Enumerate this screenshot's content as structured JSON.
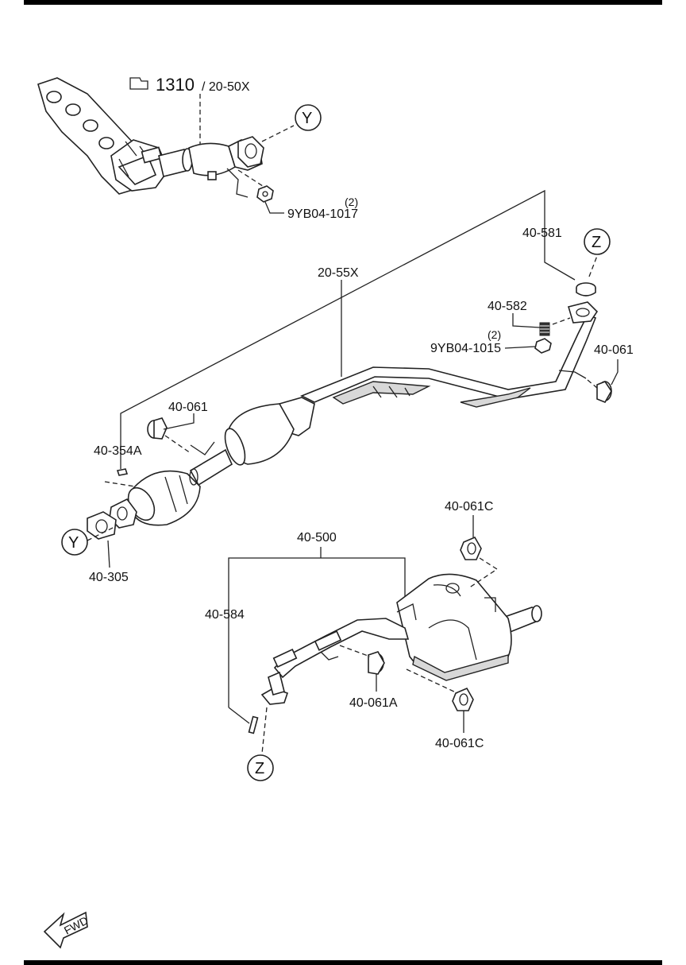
{
  "diagram": {
    "labels": {
      "manifold_ref_num": "1310",
      "manifold_ref_suffix": "/ 20-50X",
      "nut_upper_qty": "(2)",
      "nut_upper": "9YB04-1017",
      "front_pipe": "20-55X",
      "gasket_ring": "40-581",
      "spring": "40-582",
      "nut_lower_qty": "(2)",
      "nut_lower": "9YB04-1015",
      "hanger_rear_front": "40-061",
      "hanger_mid": "40-061",
      "bolt": "40-354A",
      "gasket": "40-305",
      "muffler": "40-500",
      "hanger_c_top": "40-061C",
      "stud": "40-584",
      "hanger_a": "40-061A",
      "hanger_c_bottom": "40-061C",
      "fwd": "FWD"
    },
    "callouts": {
      "y_top": "Y",
      "z_top": "Z",
      "y_bottom": "Y",
      "z_bottom": "Z"
    }
  }
}
